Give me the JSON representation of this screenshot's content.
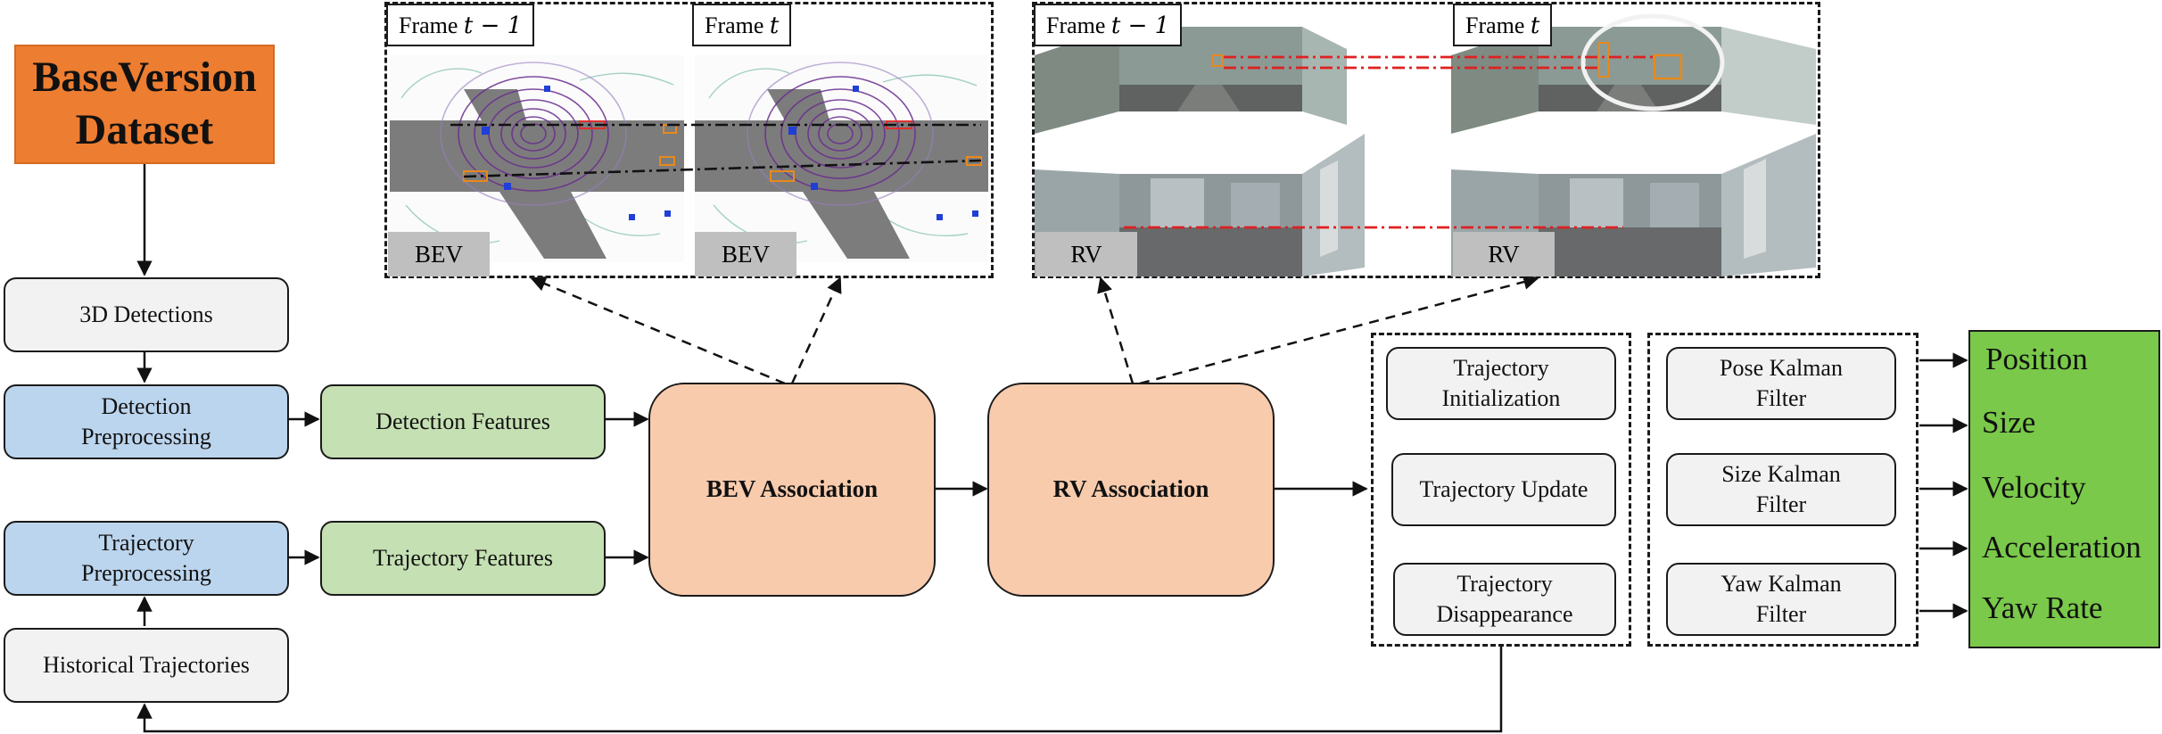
{
  "dataset": {
    "line1": "BaseVersion",
    "line2": "Dataset"
  },
  "left_column": {
    "detections": "3D Detections",
    "det_pre_1": "Detection",
    "det_pre_2": "Preprocessing",
    "traj_pre_1": "Trajectory",
    "traj_pre_2": "Preprocessing",
    "historical": "Historical Trajectories"
  },
  "features": {
    "detection": "Detection Features",
    "trajectory": "Trajectory Features"
  },
  "association": {
    "bev": "BEV Association",
    "rv": "RV Association"
  },
  "frames": {
    "prefix": "Frame",
    "prev": "t − 1",
    "curr": "t",
    "bev_label": "BEV",
    "rv_label": "RV"
  },
  "lifecycle": {
    "init_1": "Trajectory",
    "init_2": "Initialization",
    "update": "Trajectory Update",
    "dis_1": "Trajectory",
    "dis_2": "Disappearance"
  },
  "filters": {
    "pose_1": "Pose Kalman",
    "pose_2": "Filter",
    "size_1": "Size Kalman",
    "size_2": "Filter",
    "yaw_1": "Yaw Kalman",
    "yaw_2": "Filter"
  },
  "outputs": [
    "Position",
    "Size",
    "Velocity",
    "Acceleration",
    "Yaw Rate"
  ],
  "colors": {
    "dataset": "#ed7d31",
    "output": "#7ac94a",
    "association": "#f8cbad",
    "preprocessing": "#bcd5ee",
    "features": "#c5e0b3",
    "neutral": "#f2f2f2",
    "match_line": "#e02020"
  }
}
